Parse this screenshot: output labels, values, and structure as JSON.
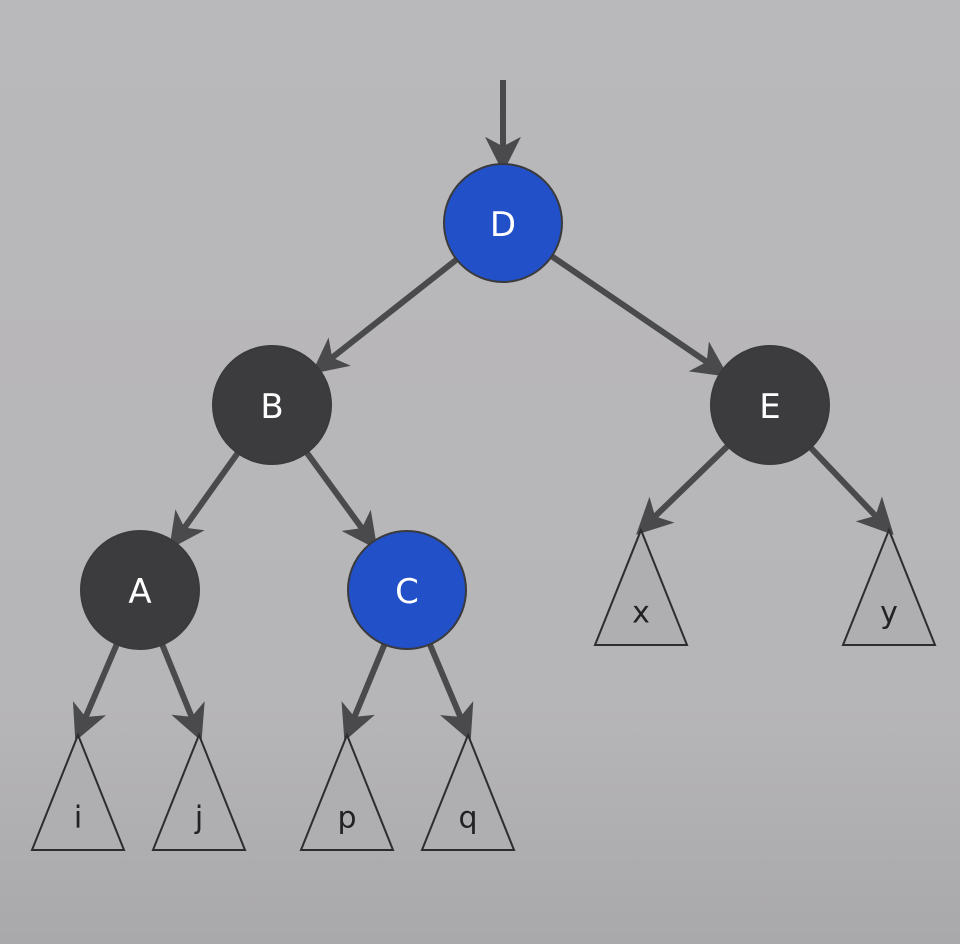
{
  "diagram": {
    "colors": {
      "black_node": "#3c3b3e",
      "blue_node": "#2150c8",
      "edge": "#4a494b",
      "leaf_fill": "#afaeb0"
    },
    "nodes": [
      {
        "id": "D",
        "label": "D",
        "color": "blue"
      },
      {
        "id": "B",
        "label": "B",
        "color": "black"
      },
      {
        "id": "E",
        "label": "E",
        "color": "black"
      },
      {
        "id": "A",
        "label": "A",
        "color": "black"
      },
      {
        "id": "C",
        "label": "C",
        "color": "blue"
      }
    ],
    "subtrees": [
      {
        "id": "x",
        "label": "x",
        "parent": "E"
      },
      {
        "id": "y",
        "label": "y",
        "parent": "E"
      },
      {
        "id": "i",
        "label": "i",
        "parent": "A"
      },
      {
        "id": "j",
        "label": "j",
        "parent": "A"
      },
      {
        "id": "p",
        "label": "p",
        "parent": "C"
      },
      {
        "id": "q",
        "label": "q",
        "parent": "C"
      }
    ],
    "edges": [
      {
        "from": "root",
        "to": "D"
      },
      {
        "from": "D",
        "to": "B"
      },
      {
        "from": "D",
        "to": "E"
      },
      {
        "from": "B",
        "to": "A"
      },
      {
        "from": "B",
        "to": "C"
      },
      {
        "from": "E",
        "to": "x"
      },
      {
        "from": "E",
        "to": "y"
      },
      {
        "from": "A",
        "to": "i"
      },
      {
        "from": "A",
        "to": "j"
      },
      {
        "from": "C",
        "to": "p"
      },
      {
        "from": "C",
        "to": "q"
      }
    ]
  }
}
